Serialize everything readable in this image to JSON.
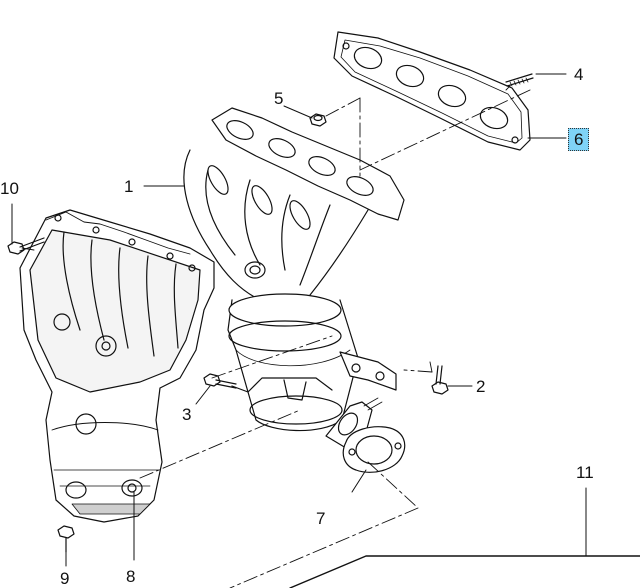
{
  "callouts": [
    {
      "id": "1",
      "label": "1"
    },
    {
      "id": "2",
      "label": "2"
    },
    {
      "id": "3",
      "label": "3"
    },
    {
      "id": "4",
      "label": "4"
    },
    {
      "id": "5",
      "label": "5"
    },
    {
      "id": "6",
      "label": "6",
      "highlighted": true
    },
    {
      "id": "7",
      "label": "7"
    },
    {
      "id": "8",
      "label": "8"
    },
    {
      "id": "9",
      "label": "9"
    },
    {
      "id": "10",
      "label": "10"
    },
    {
      "id": "11",
      "label": "11"
    }
  ],
  "colors": {
    "line": "#111111",
    "fill": "#ffffff",
    "shade": "#cfcfcf",
    "highlight": "#7fd3f7"
  }
}
